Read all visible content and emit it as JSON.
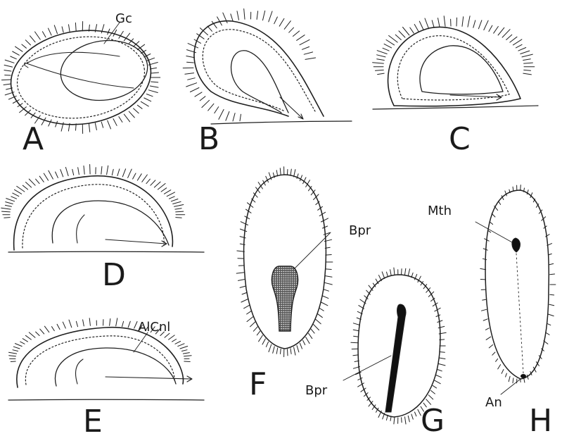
{
  "panels": [
    {
      "letter": "A"
    },
    {
      "letter": "B"
    },
    {
      "letter": "C"
    },
    {
      "letter": "D"
    },
    {
      "letter": "E"
    },
    {
      "letter": "F"
    },
    {
      "letter": "G"
    },
    {
      "letter": "H"
    }
  ],
  "labels": {
    "gc": "Gc",
    "alcnl": "AlCnl",
    "bpr_f": "Bpr",
    "bpr_g": "Bpr",
    "mth": "Mth",
    "an": "An"
  }
}
